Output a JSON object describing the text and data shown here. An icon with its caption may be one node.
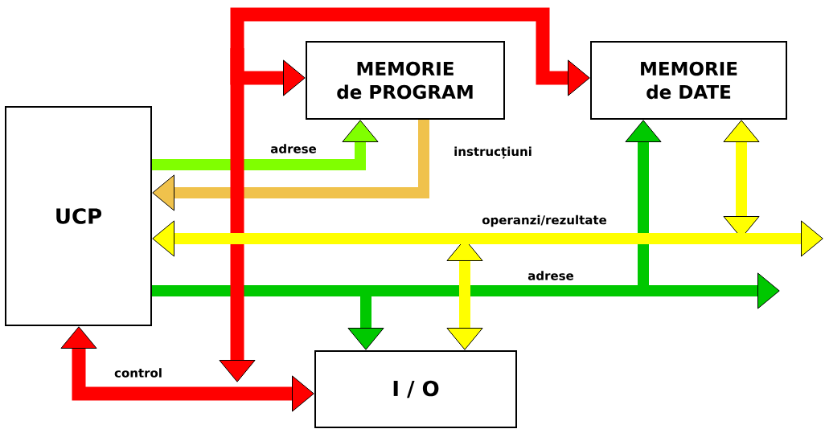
{
  "diagram": {
    "nodes": [
      {
        "text": [
          "UCP"
        ]
      },
      {
        "text": [
          "MEMORIE de PROGRAM"
        ]
      },
      {
        "text": [
          "MEMORIE de DATE"
        ]
      },
      {
        "text": [
          "I / O"
        ]
      }
    ],
    "edges": [
      {
        "from": 0,
        "to": 1,
        "arrow": "to",
        "label": "adrese",
        "color": "#80ff00"
      },
      {
        "from": 1,
        "to": 0,
        "arrow": "to",
        "label": "instrucțiuni",
        "color": "#f0c24c"
      },
      {
        "from": 0,
        "to": null,
        "arrow": "to",
        "label": "adrese",
        "color": "#00c800"
      },
      {
        "from": 0,
        "to": 2,
        "arrow": "to",
        "color": "#00c800"
      },
      {
        "from": 0,
        "to": 3,
        "arrow": "to",
        "color": "#00c800"
      },
      {
        "from": 0,
        "to": 3,
        "arrow": "both",
        "label": "control",
        "color": "#ff0000"
      },
      {
        "from": null,
        "to": 1,
        "arrow": "to",
        "color": "#ff0000"
      },
      {
        "from": null,
        "to": 2,
        "arrow": "both",
        "color": "#ff0000"
      },
      {
        "from": 0,
        "to": null,
        "arrow": "both",
        "label": "operanzi/rezultate",
        "color": "#ffff00"
      },
      {
        "from": null,
        "to": 2,
        "arrow": "both",
        "color": "#ffff00"
      },
      {
        "from": null,
        "to": 3,
        "arrow": "both",
        "color": "#ffff00"
      }
    ]
  }
}
